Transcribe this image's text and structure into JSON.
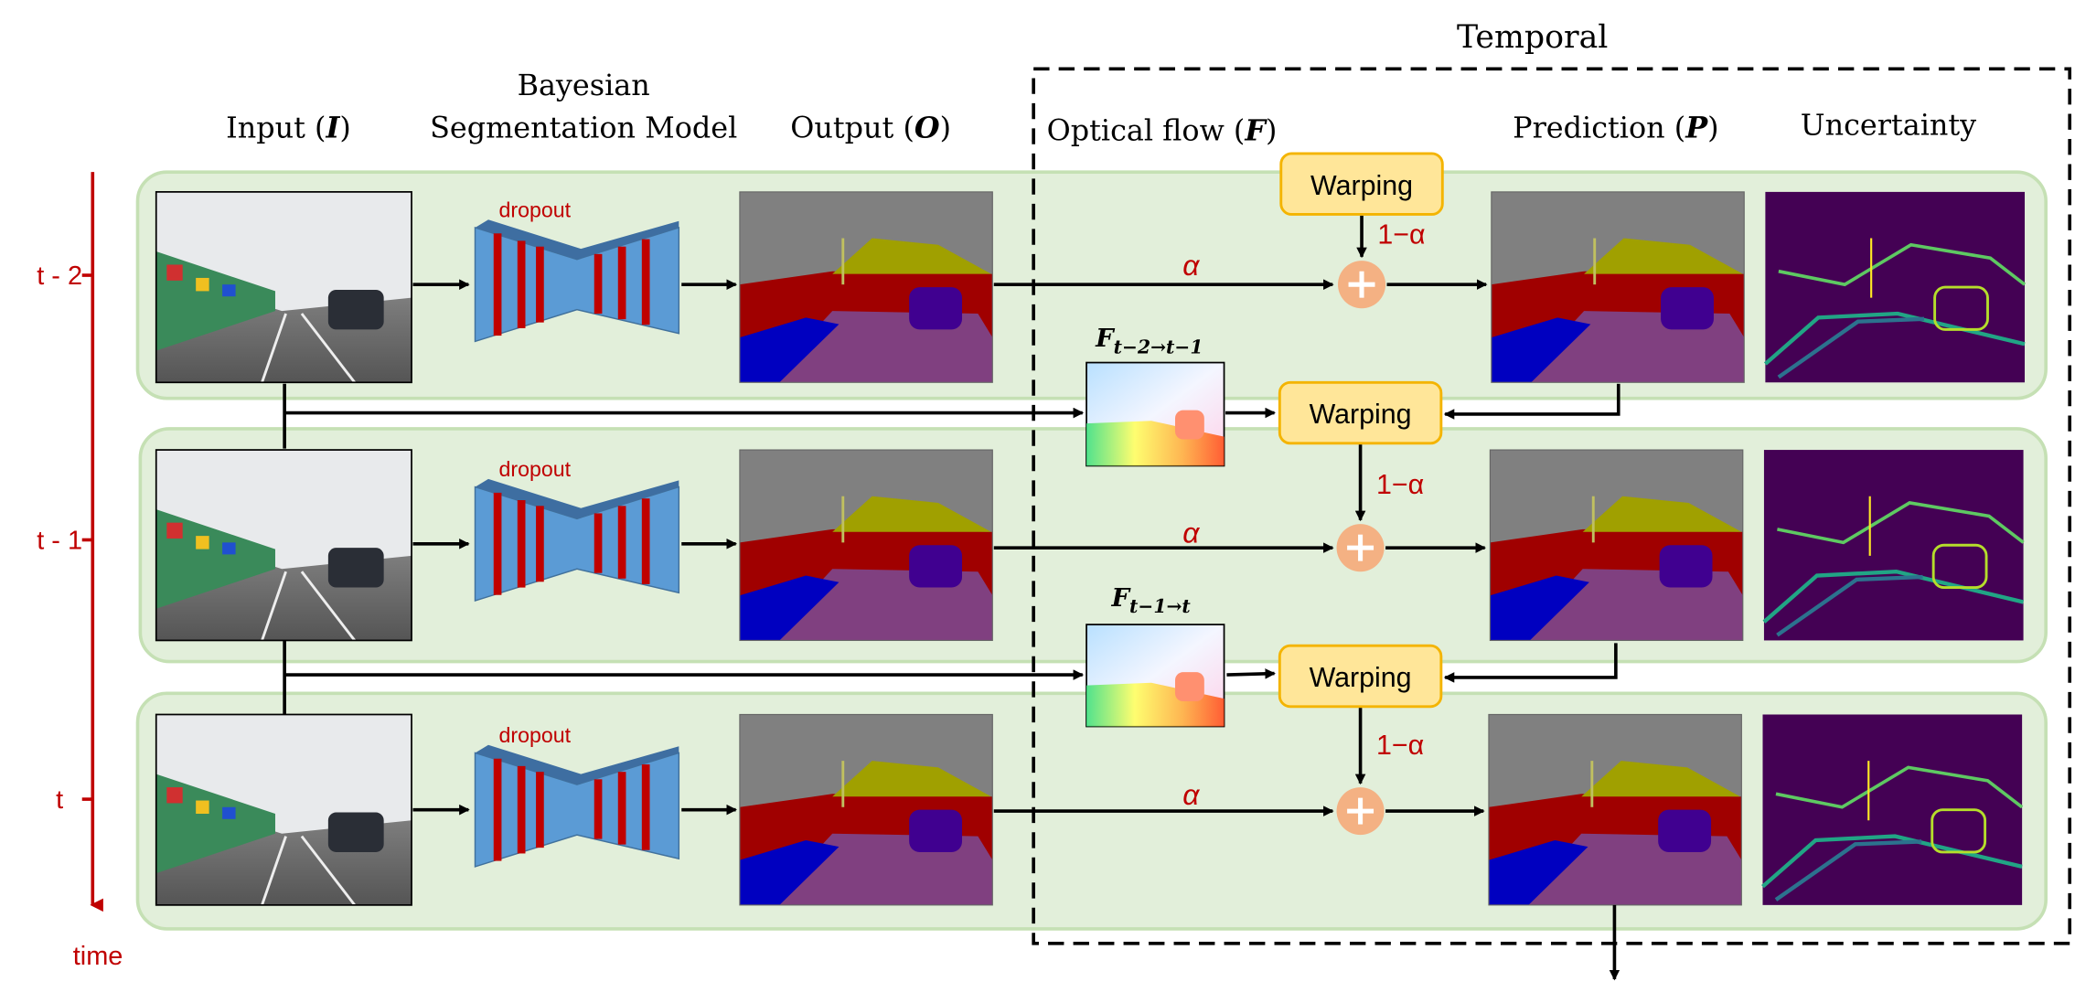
{
  "title_temporal": "Temporal",
  "headers": {
    "input_pre": "Input (",
    "input_sym": "I",
    "post": ")",
    "model_line1": "Bayesian",
    "model_line2": "Segmentation Model",
    "output_pre": "Output (",
    "output_sym": "O",
    "flow_pre": "Optical flow (",
    "flow_sym": "F",
    "pred_pre": "Prediction (",
    "pred_sym": "P",
    "uncertainty": "Uncertainty"
  },
  "time_axis": {
    "labels": [
      "t - 2",
      "t - 1",
      "t"
    ],
    "axis_label": "time"
  },
  "model": {
    "dropout_label": "dropout"
  },
  "warping_label": "Warping",
  "alpha_label": "α",
  "one_minus_alpha_label": "1−α",
  "flows": [
    {
      "main": "F",
      "sub": "t−2→t−1"
    },
    {
      "main": "F",
      "sub": "t−1→t"
    }
  ],
  "colors": {
    "row_fill": "#e2efda",
    "row_stroke": "#c5e0b4",
    "accent_red": "#c00000",
    "warp_fill": "#ffe699",
    "warp_stroke": "#f4b400",
    "plus_fill": "#f4b183",
    "seg_sky": "#808080",
    "seg_road": "#804080",
    "seg_wall": "#a00000",
    "seg_veg": "#a0a000",
    "seg_sidewalk": "#0000c0",
    "seg_car": "#400090",
    "unc_bg": "#440154"
  }
}
